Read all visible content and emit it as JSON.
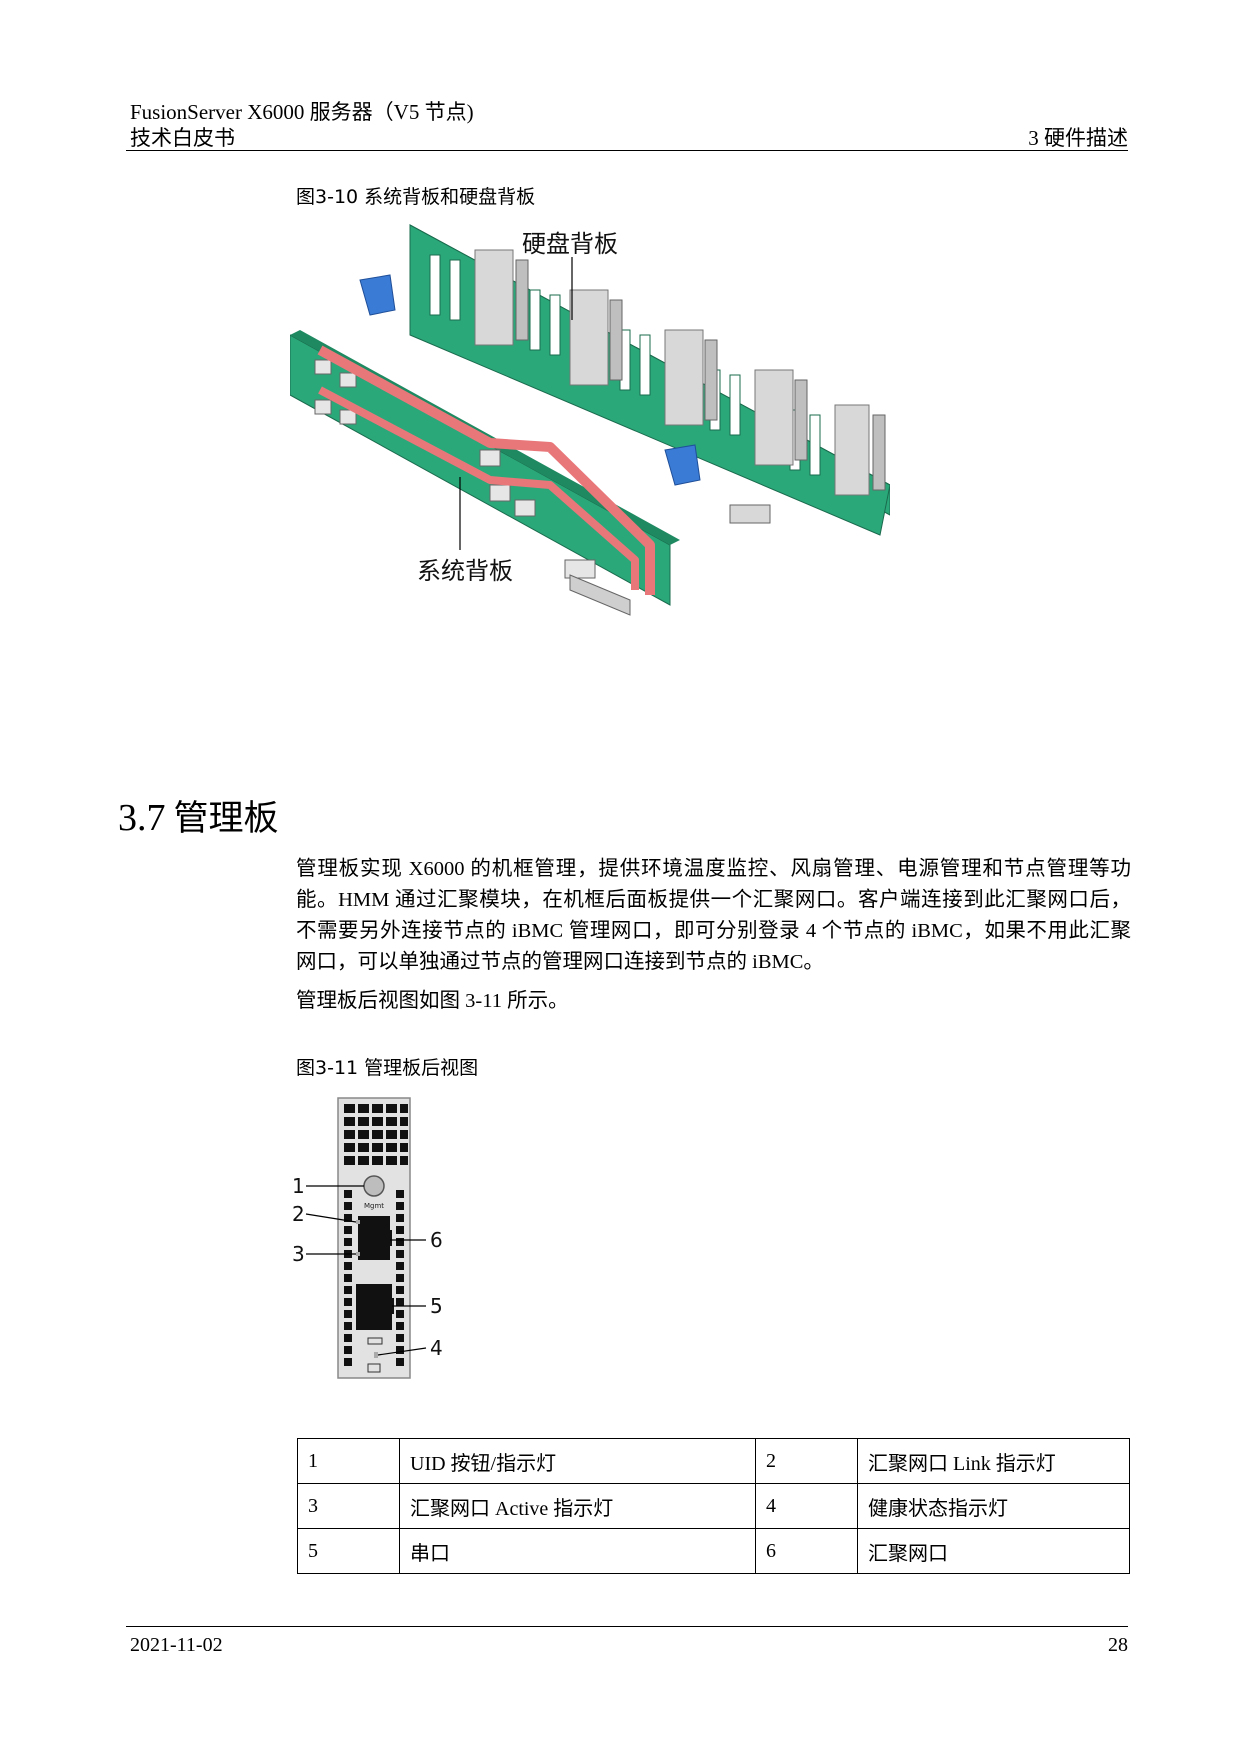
{
  "header": {
    "product": "FusionServer X6000  服务器（V5 节点)",
    "doc_type": "技术白皮书",
    "chapter": "3  硬件描述"
  },
  "figure1": {
    "caption": "图3-10 系统背板和硬盘背板",
    "label_hdd": "硬盘背板",
    "label_sys": "系统背板"
  },
  "section": {
    "number": "3.7",
    "title": "管理板"
  },
  "paragraphs": {
    "p1": "管理板实现 X6000 的机框管理，提供环境温度监控、风扇管理、电源管理和节点管理等功能。HMM 通过汇聚模块，在机框后面板提供一个汇聚网口。客户端连接到此汇聚网口后，不需要另外连接节点的 iBMC 管理网口，即可分别登录 4 个节点的 iBMC，如果不用此汇聚网口，可以单独通过节点的管理网口连接到节点的 iBMC。",
    "p2": "管理板后视图如图 3-11 所示。"
  },
  "figure2": {
    "caption": "图3-11 管理板后视图",
    "callouts": [
      "1",
      "2",
      "3",
      "4",
      "5",
      "6"
    ],
    "panel_mgmt_text": "Mgmt"
  },
  "legend": {
    "rows": [
      {
        "n1": "1",
        "l1": "UID 按钮/指示灯",
        "n2": "2",
        "l2": "汇聚网口 Link 指示灯"
      },
      {
        "n1": "3",
        "l1": "汇聚网口 Active 指示灯",
        "n2": "4",
        "l2": "健康状态指示灯"
      },
      {
        "n1": "5",
        "l1": "串口",
        "n2": "6",
        "l2": "汇聚网口"
      }
    ]
  },
  "footer": {
    "date": "2021-11-02",
    "page": "28"
  },
  "colors": {
    "pcb_green": "#2aa87a",
    "cable_red": "#e8777a",
    "latch_blue": "#3a7bd5",
    "bracket_grey": "#d8d8d8"
  }
}
